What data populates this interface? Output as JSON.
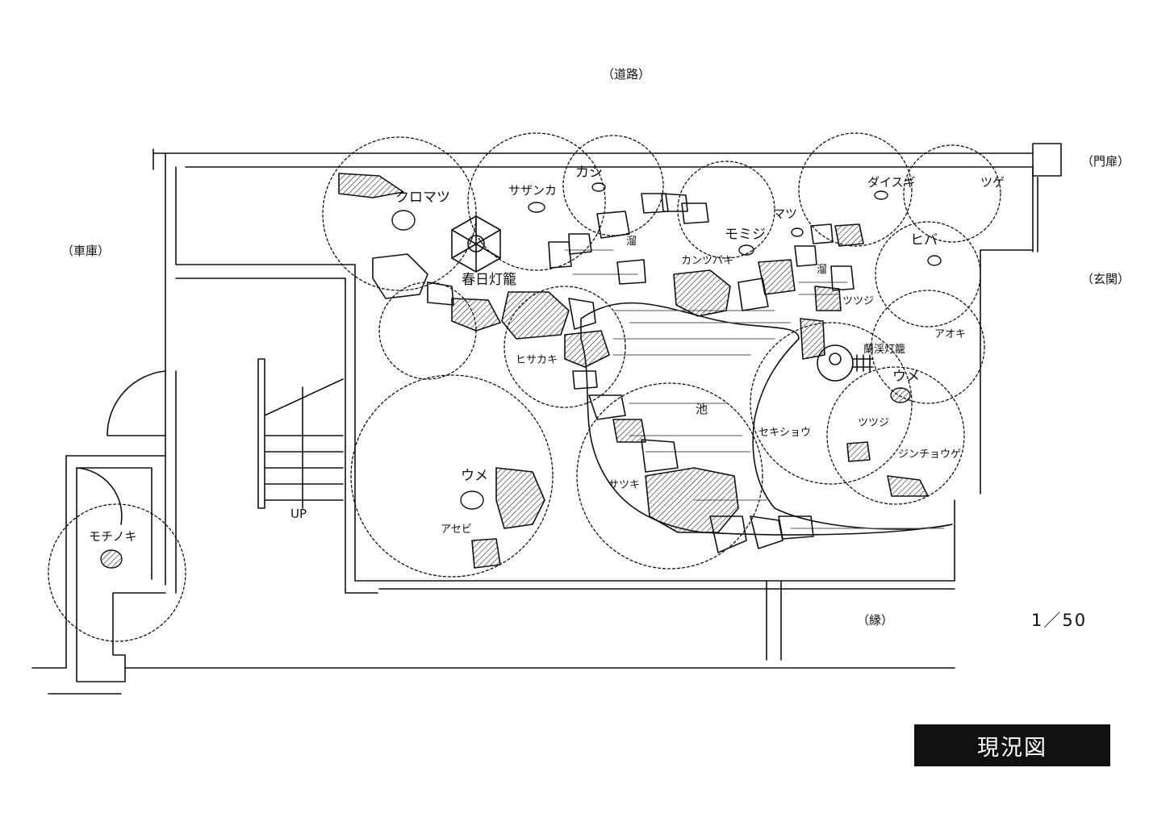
{
  "surroundings": {
    "road": "（道路）",
    "garage": "（車庫）",
    "gate": "（門扉）",
    "entrance": "（玄関）",
    "veranda": "（縁）"
  },
  "plants": {
    "kuromatsu": "クロマツ",
    "sazanka": "サザンカ",
    "kashi": "カシ",
    "matsu": "マツ",
    "momiji": "モミジ",
    "daisugi": "ダイスギ",
    "tsuge": "ツゲ",
    "hiba": "ヒバ",
    "kantsubaki": "カンツバキ",
    "tsutsuji_1": "ツツジ",
    "aoki": "アオキ",
    "ume_1": "ウメ",
    "tsutsuji_2": "ツツジ",
    "sekishou": "セキショウ",
    "jinchouge": "ジンチョウゲ",
    "hisakaki": "ヒサカキ",
    "satsuki": "サツキ",
    "ume_2": "ウメ",
    "asebi": "アセビ",
    "mochinoki": "モチノキ"
  },
  "features": {
    "kasuga_lantern": "春日灯籠",
    "rankei_lantern": "蘭渓灯籠",
    "stream_1": "溜",
    "stream_2": "溜",
    "pond": "池",
    "stairs": "UP"
  },
  "scale": "1／50",
  "title": "現況図",
  "colors": {
    "ink": "#111111",
    "paper": "#ffffff"
  }
}
